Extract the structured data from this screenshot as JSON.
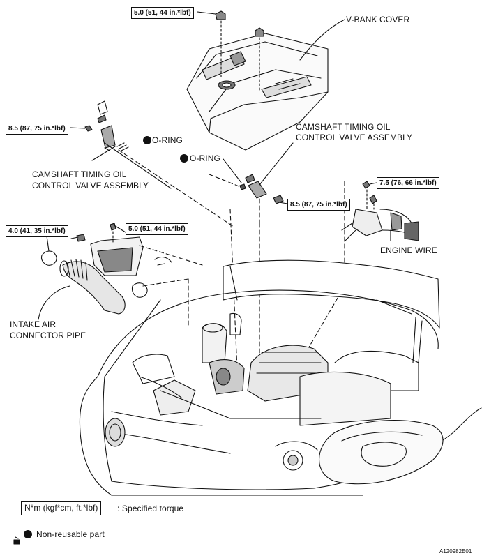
{
  "labels": {
    "v_bank_cover": "V-BANK COVER",
    "cam_valve_right": [
      "CAMSHAFT TIMING OIL",
      "CONTROL VALVE ASSEMBLY"
    ],
    "cam_valve_left": [
      "CAMSHAFT TIMING OIL",
      "CONTROL VALVE ASSEMBLY"
    ],
    "o_ring_1": "O-RING",
    "o_ring_2": "O-RING",
    "engine_wire": "ENGINE WIRE",
    "intake_pipe": [
      "INTAKE AIR",
      "CONNECTOR PIPE"
    ]
  },
  "torques": {
    "v_bank_top": "5.0 (51, 44 in.*lbf)",
    "cam_left": "8.5 (87, 75 in.*lbf)",
    "cam_right": "8.5 (87, 75 in.*lbf)",
    "engine_wire": "7.5 (76, 66 in.*lbf)",
    "clamp": "4.0 (41, 35 in.*lbf)",
    "air_box": "5.0 (51, 44 in.*lbf)"
  },
  "legend": {
    "unit_box": "N*m (kgf*cm, ft.*lbf)",
    "specified": ": Specified torque",
    "non_reusable": "Non-reusable part"
  },
  "figure_id": "A120982E01",
  "colors": {
    "ink": "#111111",
    "paper": "#ffffff",
    "shade": "#cfcfcf"
  }
}
